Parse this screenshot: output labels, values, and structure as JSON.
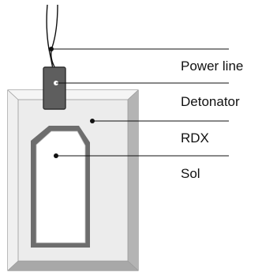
{
  "diagram": {
    "labels": {
      "power_line": "Power line",
      "detonator": "Detonator",
      "rdx": "RDX",
      "sol": "Sol"
    },
    "colors": {
      "outer_frame": "#dedede",
      "bevel_light": "#f5f5f5",
      "bevel_dark": "#a8a8a8",
      "inner_panel": "#ececec",
      "inner_border": "#8c8c8c",
      "cavity_shadow": "#6d6d6d",
      "cavity_fill": "#ffffff",
      "detonator_fill": "#5e5e5e",
      "detonator_border": "#2e2e2e",
      "wire": "#111111",
      "leader_line": "#111111"
    }
  }
}
